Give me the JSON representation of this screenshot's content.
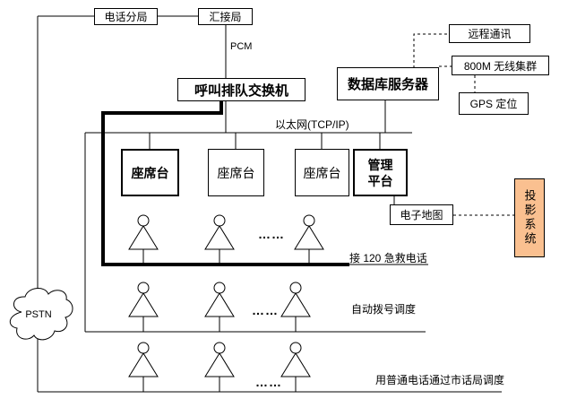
{
  "diagram": {
    "top": {
      "phone_branch": "电话分局",
      "tandem_office": "汇接局",
      "pcm_label": "PCM"
    },
    "core": {
      "call_switch": "呼叫排队交换机",
      "db_server": "数据库服务器",
      "ethernet_label": "以太网(TCP/IP)"
    },
    "right": {
      "remote_comm": "远程通讯",
      "wireless_trunk": "800M 无线集群",
      "gps": "GPS 定位",
      "projection": "投影系统"
    },
    "consoles": {
      "agent1": "座席台",
      "agent2": "座席台",
      "agent3": "座席台",
      "mgmt_line1": "管理",
      "mgmt_line2": "平台",
      "emap": "电子地图"
    },
    "rows": {
      "row1_label": "接 120 急救电话",
      "row2_label": "自动拨号调度",
      "row3_label": "用普通电话通过市话局调度",
      "ellipsis": "……"
    },
    "pstn": "PSTN",
    "colors": {
      "projection_fill": "#FAC090",
      "line": "#000000",
      "background": "#FFFFFF"
    }
  }
}
